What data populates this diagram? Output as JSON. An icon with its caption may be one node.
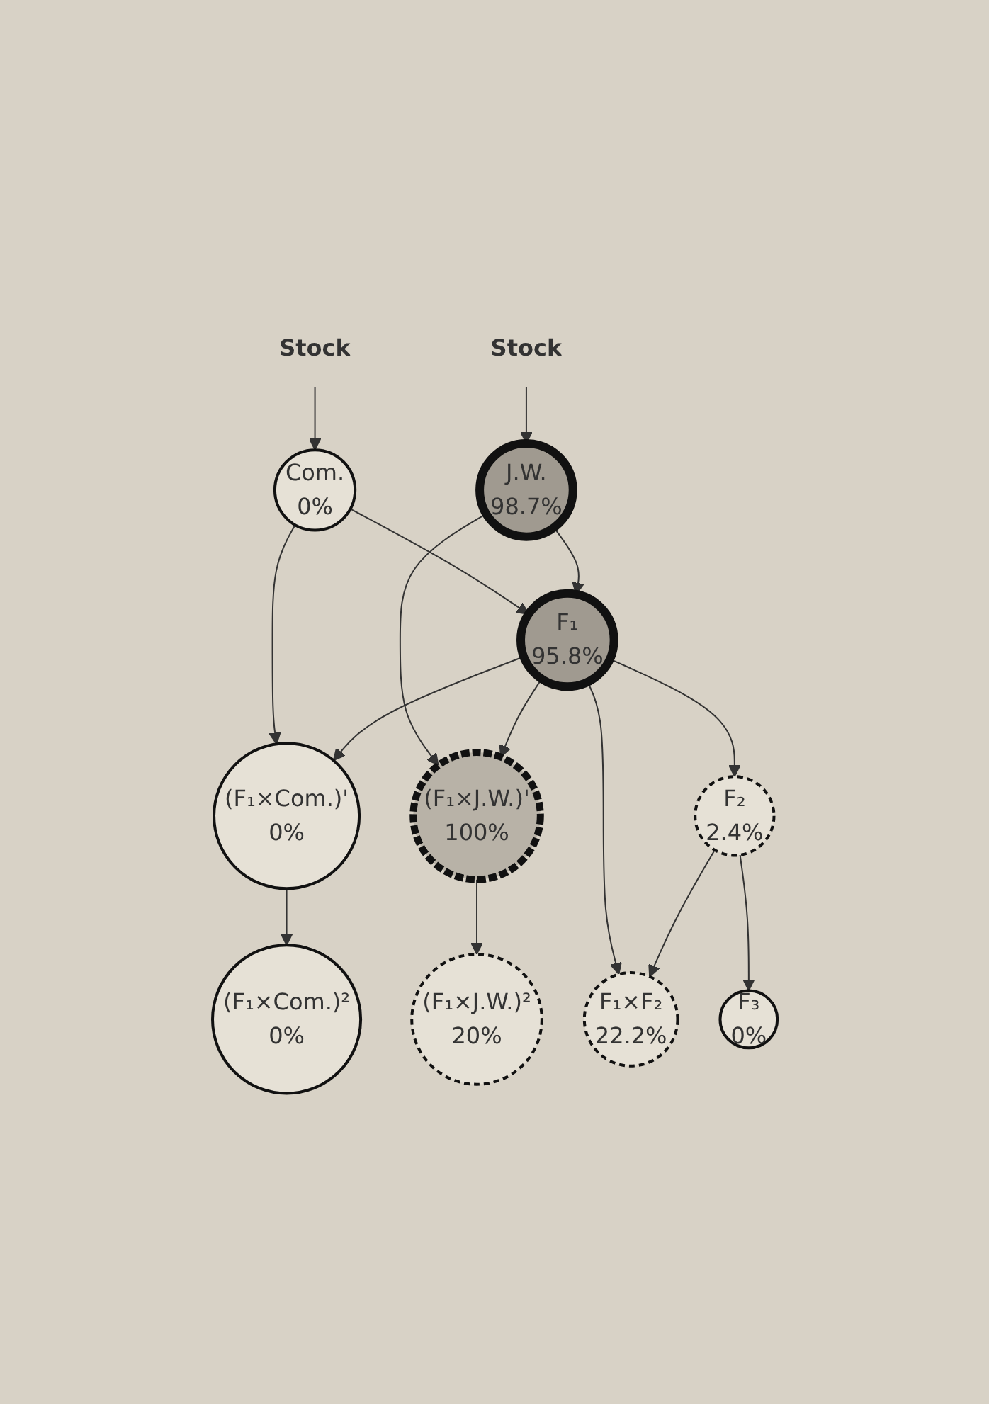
{
  "diagram": {
    "nodes": [
      {
        "text": [
          "Stock"
        ]
      },
      {
        "text": [
          "Stock"
        ]
      },
      {
        "text": [
          "Com.",
          "0%"
        ]
      },
      {
        "text": [
          "J.W.",
          "98.7%"
        ]
      },
      {
        "text": [
          "(F₁×Com.)'",
          "0%"
        ]
      },
      {
        "text": [
          "F₁",
          "95.8%"
        ]
      },
      {
        "text": [
          "(F₁×J.W.)'",
          "100%"
        ]
      },
      {
        "text": [
          "F₁×F₂",
          "22.2%"
        ]
      },
      {
        "text": [
          "(F₁×Com.)²",
          "0%"
        ]
      },
      {
        "text": [
          "F₂",
          "2.4%"
        ]
      },
      {
        "text": [
          "(F₁×J.W.)²",
          "20%"
        ]
      },
      {
        "text": [
          "F₃",
          "0%"
        ]
      }
    ],
    "edges": [
      {
        "from": 0,
        "to": 2,
        "arrow": "to"
      },
      {
        "from": 1,
        "to": 3,
        "arrow": "to"
      },
      {
        "from": 2,
        "to": 4,
        "arrow": "to"
      },
      {
        "from": 2,
        "to": 5,
        "arrow": "to"
      },
      {
        "from": 3,
        "to": 5,
        "arrow": "to"
      },
      {
        "from": 3,
        "to": 6,
        "arrow": "to"
      },
      {
        "from": 5,
        "to": 4,
        "arrow": "to"
      },
      {
        "from": 5,
        "to": 6,
        "arrow": "to"
      },
      {
        "from": 5,
        "to": 7,
        "arrow": "to"
      },
      {
        "from": 4,
        "to": 8,
        "arrow": "to"
      },
      {
        "from": 5,
        "to": 9,
        "arrow": "to"
      },
      {
        "from": 9,
        "to": 7,
        "arrow": "to"
      },
      {
        "from": 6,
        "to": 10,
        "arrow": "to"
      },
      {
        "from": 9,
        "to": 11,
        "arrow": "to"
      }
    ]
  }
}
